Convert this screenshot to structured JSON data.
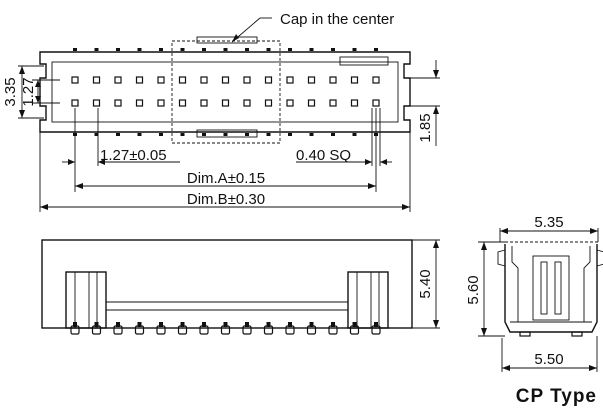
{
  "labels": {
    "cap_note": "Cap in the center",
    "dim_335": "3.35",
    "dim_127_side": "1.27",
    "dim_185": "1.85",
    "dim_pitch": "1.27±0.05",
    "dim_sq": "0.40 SQ",
    "dim_a": "Dim.A±0.15",
    "dim_b": "Dim.B±0.30",
    "dim_540": "5.40",
    "dim_535": "5.35",
    "dim_560": "5.60",
    "dim_550": "5.50",
    "type_title": "CP Type"
  },
  "colors": {
    "line": "#111111",
    "background": "#ffffff"
  },
  "pins_per_row": 15,
  "rows": 2
}
